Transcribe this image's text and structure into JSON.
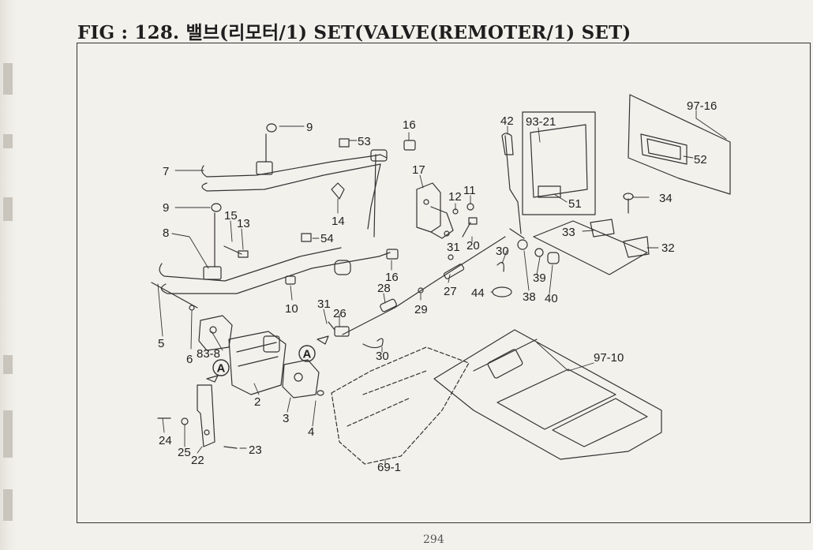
{
  "page": {
    "title": "FIG : 128. 밸브(리모터/1) SET(VALVE(REMOTER/1) SET)",
    "page_number": "294"
  },
  "callouts": [
    {
      "id": "c-9a",
      "label": "9"
    },
    {
      "id": "c-53",
      "label": "53"
    },
    {
      "id": "c-16a",
      "label": "16"
    },
    {
      "id": "c-7",
      "label": "7"
    },
    {
      "id": "c-17",
      "label": "17"
    },
    {
      "id": "c-14",
      "label": "14"
    },
    {
      "id": "c-12",
      "label": "12"
    },
    {
      "id": "c-11",
      "label": "11"
    },
    {
      "id": "c-9b",
      "label": "9"
    },
    {
      "id": "c-15",
      "label": "15"
    },
    {
      "id": "c-13",
      "label": "13"
    },
    {
      "id": "c-8",
      "label": "8"
    },
    {
      "id": "c-54",
      "label": "54"
    },
    {
      "id": "c-20",
      "label": "20"
    },
    {
      "id": "c-31a",
      "label": "31"
    },
    {
      "id": "c-16b",
      "label": "16"
    },
    {
      "id": "c-10",
      "label": "10"
    },
    {
      "id": "c-30a",
      "label": "30"
    },
    {
      "id": "c-28",
      "label": "28"
    },
    {
      "id": "c-27",
      "label": "27"
    },
    {
      "id": "c-29",
      "label": "29"
    },
    {
      "id": "c-31b",
      "label": "31"
    },
    {
      "id": "c-26",
      "label": "26"
    },
    {
      "id": "c-5",
      "label": "5"
    },
    {
      "id": "c-6",
      "label": "6"
    },
    {
      "id": "c-83-8",
      "label": "83-8"
    },
    {
      "id": "c-30b",
      "label": "30"
    },
    {
      "id": "c-2",
      "label": "2"
    },
    {
      "id": "c-3",
      "label": "3"
    },
    {
      "id": "c-4",
      "label": "4"
    },
    {
      "id": "c-24",
      "label": "24"
    },
    {
      "id": "c-25",
      "label": "25"
    },
    {
      "id": "c-22",
      "label": "22"
    },
    {
      "id": "c-23",
      "label": "23"
    },
    {
      "id": "c-69-1",
      "label": "69-1"
    },
    {
      "id": "c-42",
      "label": "42"
    },
    {
      "id": "c-93-21",
      "label": "93-21"
    },
    {
      "id": "c-51",
      "label": "51"
    },
    {
      "id": "c-97-16",
      "label": "97-16"
    },
    {
      "id": "c-52",
      "label": "52"
    },
    {
      "id": "c-34",
      "label": "34"
    },
    {
      "id": "c-33",
      "label": "33"
    },
    {
      "id": "c-32",
      "label": "32"
    },
    {
      "id": "c-39",
      "label": "39"
    },
    {
      "id": "c-38",
      "label": "38"
    },
    {
      "id": "c-40",
      "label": "40"
    },
    {
      "id": "c-44",
      "label": "44"
    },
    {
      "id": "c-97-10",
      "label": "97-10"
    }
  ],
  "markers": [
    {
      "id": "m-a1",
      "label": "A"
    },
    {
      "id": "m-a2",
      "label": "A"
    }
  ]
}
